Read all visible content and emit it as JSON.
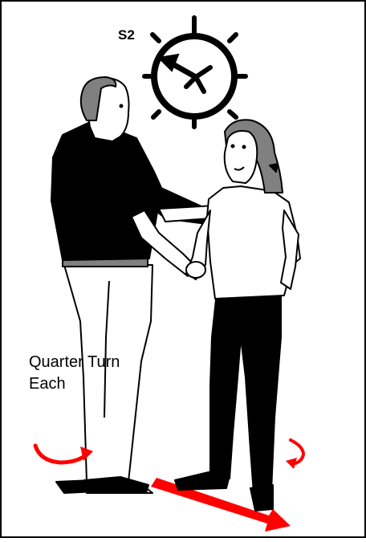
{
  "step": {
    "label": "S2"
  },
  "caption": {
    "lines": [
      "Quarter Turn",
      "Each"
    ]
  },
  "compass": {
    "icon": "clock-compass-icon",
    "tick_marks": 8,
    "facing_arrow": "upper-left",
    "stroke_color": "#000000"
  },
  "figures": {
    "man": {
      "icon": "man-figure-icon",
      "shirt_color": "#000000",
      "pants_color": "#ffffff",
      "hair_color": "#808080"
    },
    "woman": {
      "icon": "woman-figure-icon",
      "shirt_color": "#ffffff",
      "pants_color": "#000000",
      "hair_color": "#808080"
    }
  },
  "turn_arrows": {
    "color": "#ff0000",
    "items": [
      {
        "name": "man-turn-arrow",
        "direction": "counter-clockwise"
      },
      {
        "name": "woman-turn-arrow",
        "direction": "clockwise"
      }
    ]
  },
  "direction_arrow": {
    "icon": "direction-arrow-icon",
    "color": "#ff0000",
    "points": "lower-right"
  },
  "frame": {
    "border_color": "#000000",
    "background": "#ffffff"
  }
}
